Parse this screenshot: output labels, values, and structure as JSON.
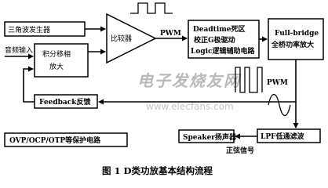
{
  "blocks": {
    "triangle_gen": "三角波发生器",
    "audio_input": "音频输入",
    "integrator_line1": "积分移相",
    "integrator_line2": "放大",
    "comparator": "比较器",
    "deadtime_line1": "Deadtime死区",
    "deadtime_line2": "校正G极驱动",
    "deadtime_line3": "Logic逻辑辅助电路",
    "fullbridge_line1": "Full-bridge",
    "fullbridge_line2": "全桥功率放大",
    "feedback": "Feedback反馈",
    "protection": "OVP/OCP/OTP等保护电路",
    "speaker": "Speaker扬声器",
    "lpf": "LPF低通滤波"
  },
  "labels": {
    "pwm_top": "PWM",
    "pwm_right": "PWM",
    "sine_signal": "正弦信号"
  },
  "watermark": {
    "cn": "电子发烧友网",
    "url": "www.elecfans.com"
  },
  "caption": "图 1   D类功放基本结构流程"
}
